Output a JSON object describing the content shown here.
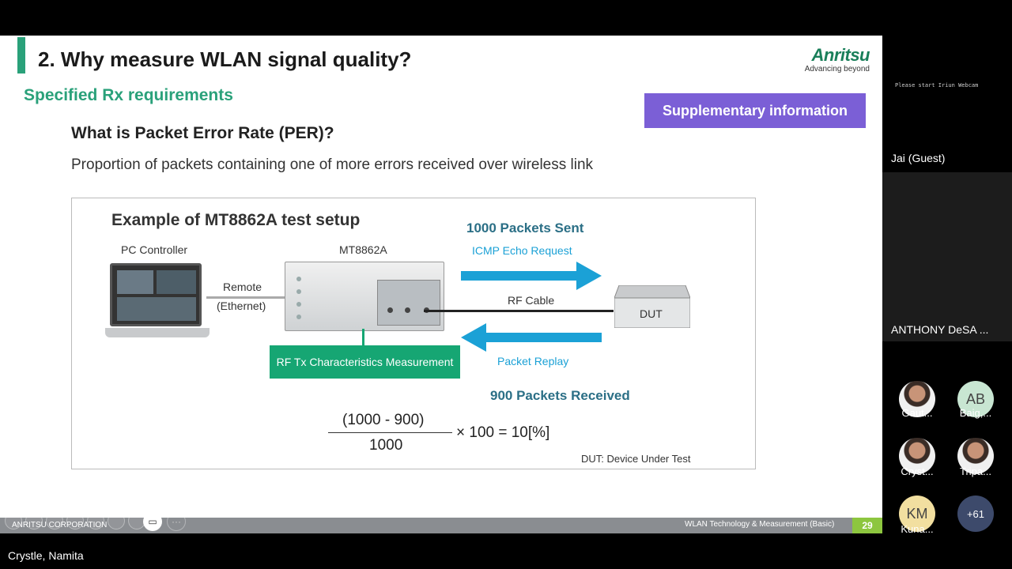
{
  "slide": {
    "title": "2. Why measure WLAN signal quality?",
    "logo": {
      "name": "Anritsu",
      "tagline": "Advancing beyond"
    },
    "section": "Specified Rx requirements",
    "supplementary": "Supplementary information",
    "question": "What is Packet Error Rate (PER)?",
    "definition": "Proportion of packets containing one of more errors received over wireless link"
  },
  "diagram": {
    "title": "Example of MT8862A test setup",
    "pc_label": "PC Controller",
    "mt_label": "MT8862A",
    "remote": "Remote",
    "ethernet": "(Ethernet)",
    "sent": "1000 Packets Sent",
    "icmp": "ICMP Echo Request",
    "rf_cable": "RF Cable",
    "dut": "DUT",
    "rf_tx": "RF Tx Characteristics Measurement",
    "replay": "Packet Replay",
    "received": "900 Packets Received",
    "numerator": "(1000 - 900)",
    "denominator": "1000",
    "result": "× 100 = 10[%]",
    "dut_note": "DUT: Device Under Test"
  },
  "footer": {
    "company": "ANRITSU CORPORATION",
    "course": "WLAN Technology & Measurement (Basic)",
    "page": "29"
  },
  "presenter": "Crystle, Namita",
  "participants": {
    "webcam_note": "Please start Iriun Webcam",
    "guest": "Jai (Guest)",
    "video_name": "ANTHONY  DeSA ...",
    "grid": [
      {
        "name": "Gaut...",
        "initials": ""
      },
      {
        "name": "Baig,...",
        "initials": "AB"
      },
      {
        "name": "Cryst...",
        "initials": ""
      },
      {
        "name": "Tripa...",
        "initials": ""
      },
      {
        "name": "Kuna...",
        "initials": "KM"
      }
    ],
    "more": "+61"
  },
  "colors": {
    "green": "#2aa17a",
    "purple": "#7b5fd6",
    "teal": "#2b6f86",
    "cyan_arrow": "#1ba1d6",
    "page_green": "#8dc63f"
  }
}
